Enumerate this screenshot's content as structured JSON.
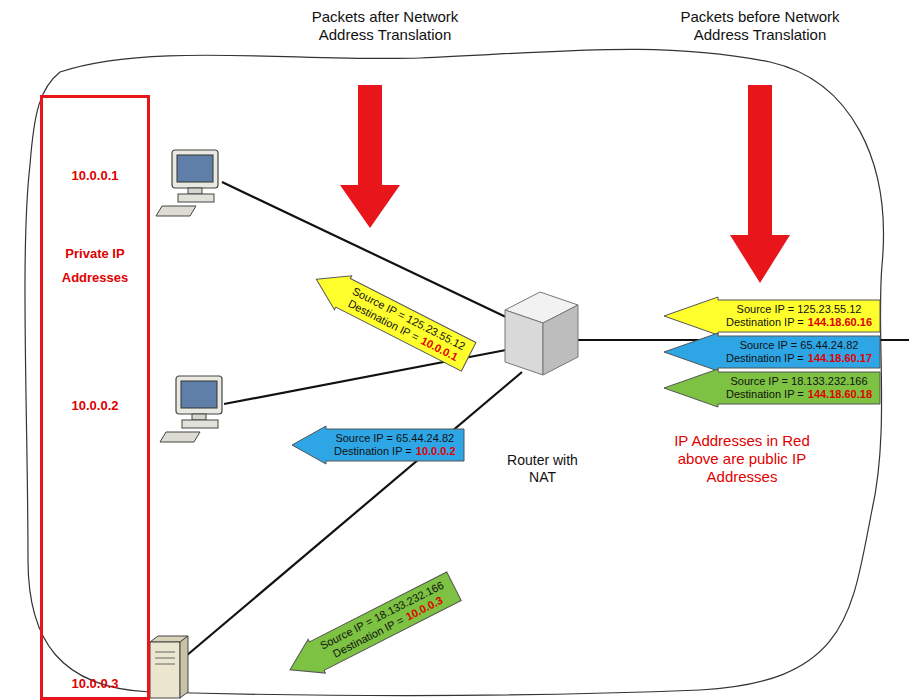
{
  "diagram": {
    "nodes": [
      {
        "text": [
          "10.0.0.1",
          "Private IP Addresses",
          "10.0.0.2",
          "10.0.0.3"
        ]
      },
      {
        "text": [
          "Source IP = 125.23.55.12",
          "Destination IP =",
          "10.0.0.1"
        ]
      },
      {
        "text": [
          "Source IP = 65.44.24.82",
          "Destination IP =",
          "10.0.0.2"
        ]
      },
      {
        "text": [
          "Source IP = 18.133.232.166",
          "Destination IP =",
          "10.0.0.3"
        ]
      },
      {
        "text": [
          "Source IP = 125.23.55.12",
          "Destination IP =",
          "144.18.60.16"
        ]
      },
      {
        "text": [
          "Source IP = 65.44.24.82",
          "Destination IP =",
          "144.18.60.17"
        ]
      },
      {
        "text": [
          "Source IP = 18.133.232.166",
          "Destination IP =",
          "144.18.60.18"
        ]
      }
    ],
    "labels": [
      "Packets after Network Address Translation",
      "Packets before Network Address Translation",
      "Router with NAT",
      "IP Addresses in Red above are public IP Addresses"
    ]
  }
}
